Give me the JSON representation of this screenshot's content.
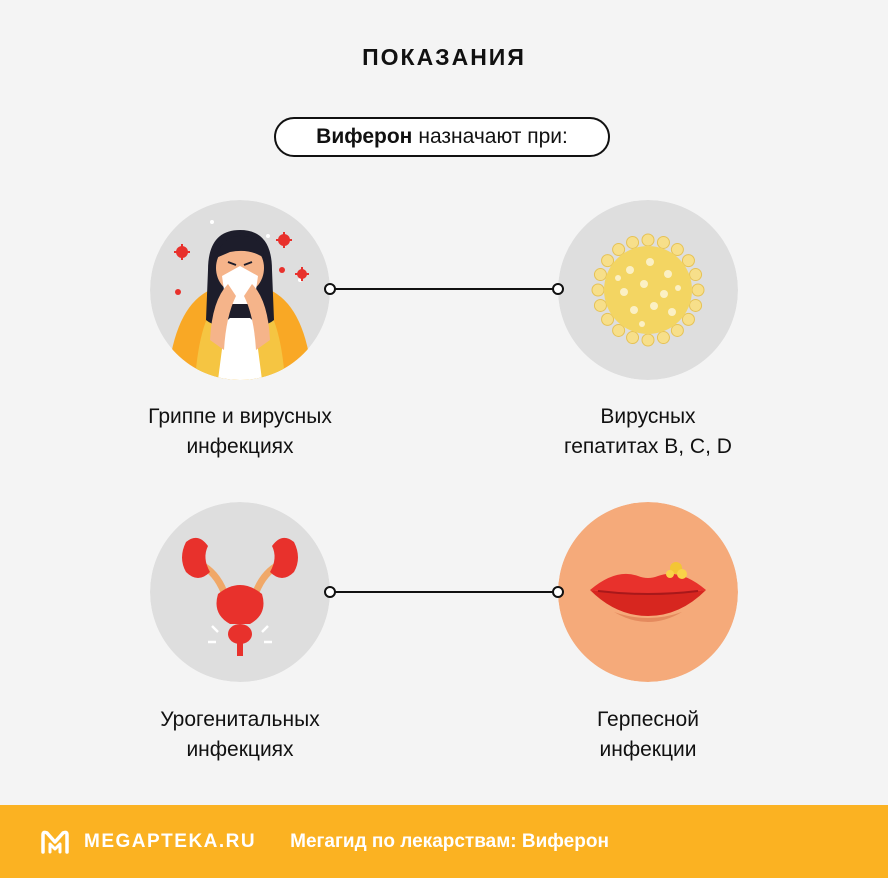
{
  "header": {
    "title": "ПОКАЗАНИЯ"
  },
  "intro": {
    "bold": "Виферон",
    "rest": "назначают при:"
  },
  "indications": [
    {
      "line1": "Гриппе и вирусных",
      "line2": "инфекциях",
      "icon": "sneezing-woman-icon"
    },
    {
      "line1": "Вирусных",
      "line2": "гепатитах B, C, D",
      "icon": "virus-icon"
    },
    {
      "line1": "Урогенитальных",
      "line2": "инфекциях",
      "icon": "urinary-system-icon"
    },
    {
      "line1": "Герпесной",
      "line2": "инфекции",
      "icon": "herpes-lips-icon"
    }
  ],
  "footer": {
    "brand": "MEGAPTEKA.RU",
    "tagline": "Мегагид по лекарствам: Виферон"
  },
  "colors": {
    "background": "#f4f4f4",
    "circle": "#dedede",
    "accent": "#fbb222",
    "red": "#e8312c",
    "skin": "#f5aa7a"
  }
}
